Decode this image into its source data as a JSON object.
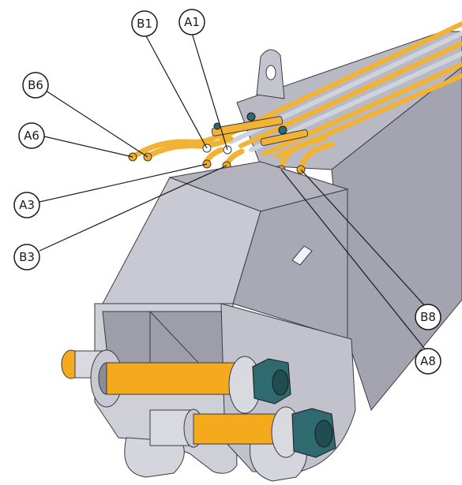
{
  "diagram": {
    "callouts": [
      {
        "id": "B1",
        "label": "B1"
      },
      {
        "id": "A1",
        "label": "A1"
      },
      {
        "id": "B6",
        "label": "B6"
      },
      {
        "id": "A6",
        "label": "A6"
      },
      {
        "id": "A3",
        "label": "A3"
      },
      {
        "id": "B3",
        "label": "B3"
      },
      {
        "id": "B8",
        "label": "B8"
      },
      {
        "id": "A8",
        "label": "A8"
      }
    ],
    "colors": {
      "structure": "#c8c8d2",
      "structure_dark": "#9a9aa6",
      "structure_edge": "#3a3a44",
      "hose_orange": "#f2b233",
      "hose_grey": "#cfd3dc",
      "pin_orange": "#f4aa1c",
      "nut_teal": "#2e6a70",
      "washer": "#d9d9e0"
    }
  }
}
